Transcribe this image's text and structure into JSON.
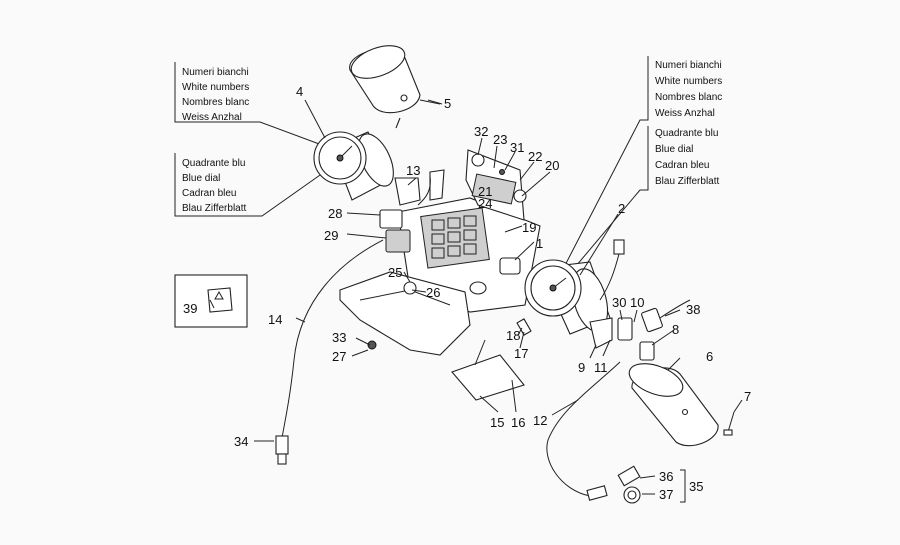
{
  "legend_left": {
    "numbers": [
      "Numeri bianchi",
      "White numbers",
      "Nombres blanc",
      "Weiss Anzhal"
    ],
    "dial": [
      "Quadrante blu",
      "Blue dial",
      "Cadran bleu",
      "Blau Zifferblatt"
    ]
  },
  "legend_right": {
    "numbers": [
      "Numeri bianchi",
      "White numbers",
      "Nombres blanc",
      "Weiss Anzhal"
    ],
    "dial": [
      "Quadrante blu",
      "Blue dial",
      "Cadran bleu",
      "Blau Zifferblatt"
    ]
  },
  "callouts": {
    "c1": "1",
    "c2": "2",
    "c4": "4",
    "c5": "5",
    "c6": "6",
    "c7": "7",
    "c8": "8",
    "c9": "9",
    "c10": "10",
    "c11": "11",
    "c12": "12",
    "c13": "13",
    "c14": "14",
    "c15": "15",
    "c16": "16",
    "c17": "17",
    "c18": "18",
    "c19": "19",
    "c20": "20",
    "c21": "21",
    "c22": "22",
    "c23": "23",
    "c24": "24",
    "c25": "25",
    "c26": "26",
    "c27": "27",
    "c28": "28",
    "c29": "29",
    "c30": "30",
    "c31": "31",
    "c32": "32",
    "c33": "33",
    "c34": "34",
    "c35": "35",
    "c36": "36",
    "c37": "37",
    "c38": "38",
    "c39": "39"
  }
}
